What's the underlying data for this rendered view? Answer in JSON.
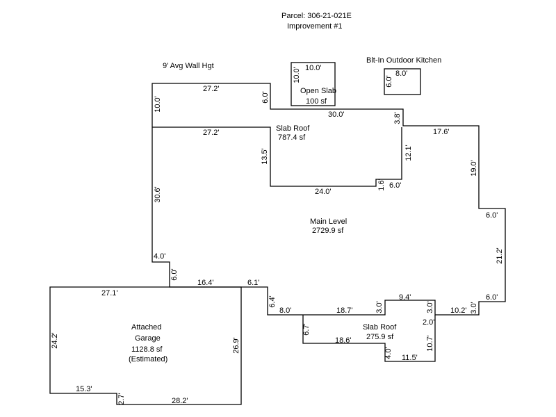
{
  "header": {
    "parcel": "Parcel: 306-21-021E",
    "improvement": "Improvement #1",
    "wall_height": "9' Avg Wall Hgt"
  },
  "areas": {
    "main_level": {
      "name": "Main Level",
      "area": "2729.9 sf"
    },
    "slab_roof_upper": {
      "name": "Slab Roof",
      "area": "787.4 sf"
    },
    "open_slab": {
      "name": "Open Slab",
      "area": "100 sf"
    },
    "outdoor_kitchen": {
      "name": "Blt-In Outdoor Kitchen"
    },
    "garage": {
      "name_line1": "Attached",
      "name_line2": "Garage",
      "area": "1128.8 sf",
      "note": "(Estimated)"
    },
    "slab_roof_lower": {
      "name": "Slab Roof",
      "area": "275.9 sf"
    }
  },
  "dimensions": {
    "top_left_width": "27.2'",
    "step_down": "6.0'",
    "left_upper_height": "10.0'",
    "slab_top_width": "30.0'",
    "slab_right_step": "3.8'",
    "slab_inner_width": "27.2'",
    "slab_inner_height": "13.5'",
    "slab_bottom_width": "24.0'",
    "slab_small_step": "1.6'",
    "slab_small_width": "6.0'",
    "slab_right_height": "12.1'",
    "right_top_width": "17.6'",
    "right_upper_height": "19.0'",
    "right_step_width": "6.0'",
    "right_mid_height": "21.2'",
    "right_lower_step": "6.0'",
    "right_lower_height": "3.0'",
    "bottom_right_width": "10.2'",
    "lower_slab_side": "3.0'",
    "lower_slab_top": "9.4'",
    "lower_slab_side_r": "3.0'",
    "lower_slab_step": "2.0'",
    "lower_slab_right": "10.7'",
    "lower_slab_bottom": "11.5'",
    "lower_slab_small": "4.0'",
    "lower_slab_width": "18.6'",
    "lower_slab_left": "6.7'",
    "bottom_width": "18.7'",
    "bottom_small": "8.0'",
    "bottom_step": "6.4'",
    "garage_top_right": "6.1'",
    "garage_top_mid": "16.4'",
    "left_notch_height": "6.0'",
    "left_notch_width": "4.0'",
    "left_main_height": "30.6'",
    "garage_top": "27.1'",
    "garage_left": "24.2'",
    "garage_right": "26.9'",
    "garage_bottom_left": "15.3'",
    "garage_bottom_step": "2.7'",
    "garage_bottom_right": "28.2'",
    "open_slab_width": "10.0'",
    "open_slab_height": "10.0'",
    "kitchen_width": "8.0'",
    "kitchen_height": "6.0'"
  }
}
